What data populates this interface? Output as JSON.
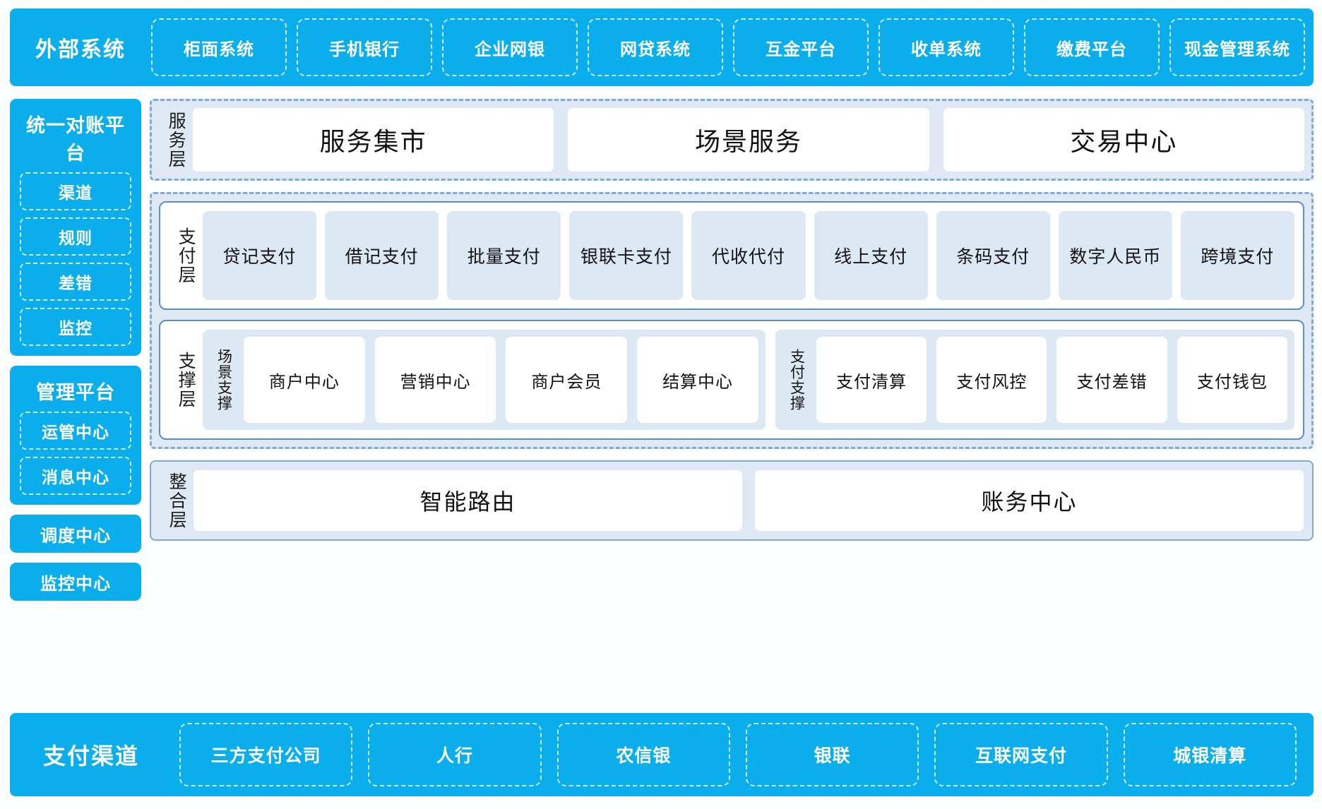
{
  "colors": {
    "brand_blue": "#0BAEEC",
    "panel_fill": "#DFE9F6",
    "panel_border": "#7FA8DC",
    "inner_border": "#5B8FCB",
    "card_fill": "#DDE8F5",
    "page_bg": "#FBFDFE"
  },
  "top_band": {
    "title": "外部系统",
    "items": [
      "柜面系统",
      "手机银行",
      "企业网银",
      "网贷系统",
      "互金平台",
      "收单系统",
      "缴费平台",
      "现金管理系统"
    ]
  },
  "sidebar": {
    "cards": [
      {
        "title": "统一对账平台",
        "items": [
          "渠道",
          "规则",
          "差错",
          "监控"
        ]
      },
      {
        "title": "管理平台",
        "items": [
          "运管中心",
          "消息中心"
        ]
      }
    ],
    "solo_items": [
      "调度中心",
      "监控中心"
    ]
  },
  "layers": {
    "service": {
      "label": "服务层",
      "items": [
        "服务集市",
        "场景服务",
        "交易中心"
      ]
    },
    "payment": {
      "label": "支付层",
      "items": [
        "贷记支付",
        "借记支付",
        "批量支付",
        "银联卡支付",
        "代收代付",
        "线上支付",
        "条码支付",
        "数字人民币",
        "跨境支付"
      ]
    },
    "support": {
      "label": "支撑层",
      "groups": [
        {
          "label": "场景支撑",
          "items": [
            "商户中心",
            "营销中心",
            "商户会员",
            "结算中心"
          ]
        },
        {
          "label": "支付支撑",
          "items": [
            "支付清算",
            "支付风控",
            "支付差错",
            "支付钱包"
          ]
        }
      ]
    },
    "integration": {
      "label": "整合层",
      "items": [
        "智能路由",
        "账务中心"
      ]
    }
  },
  "bottom_band": {
    "title": "支付渠道",
    "items": [
      "三方支付公司",
      "人行",
      "农信银",
      "银联",
      "互联网支付",
      "城银清算"
    ]
  }
}
